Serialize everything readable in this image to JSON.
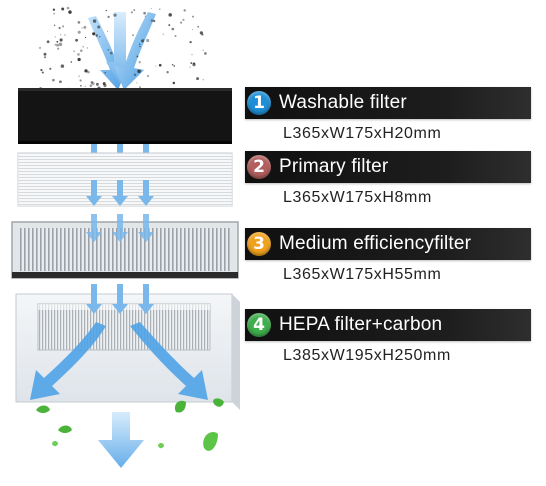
{
  "stages": [
    {
      "number": "1",
      "name": "Washable filter",
      "dimensions": "L365xW175xH20mm",
      "badge_color": "#1e8fd6"
    },
    {
      "number": "2",
      "name": "Primary filter",
      "dimensions": "L365xW175xH8mm",
      "badge_color": "#b25e5e"
    },
    {
      "number": "3",
      "name": "Medium efficiencyfilter",
      "dimensions": "L365xW175xH55mm",
      "badge_color": "#f0a21d"
    },
    {
      "number": "4",
      "name": "HEPA filter+carbon",
      "dimensions": "L385xW195xH250mm",
      "badge_color": "#3fae4c"
    }
  ],
  "colors": {
    "airflow": "#6fb4ec",
    "airflow_light": "#cfe6fa",
    "leaf": "#4bb23a",
    "dust": "#3a3a3a"
  }
}
